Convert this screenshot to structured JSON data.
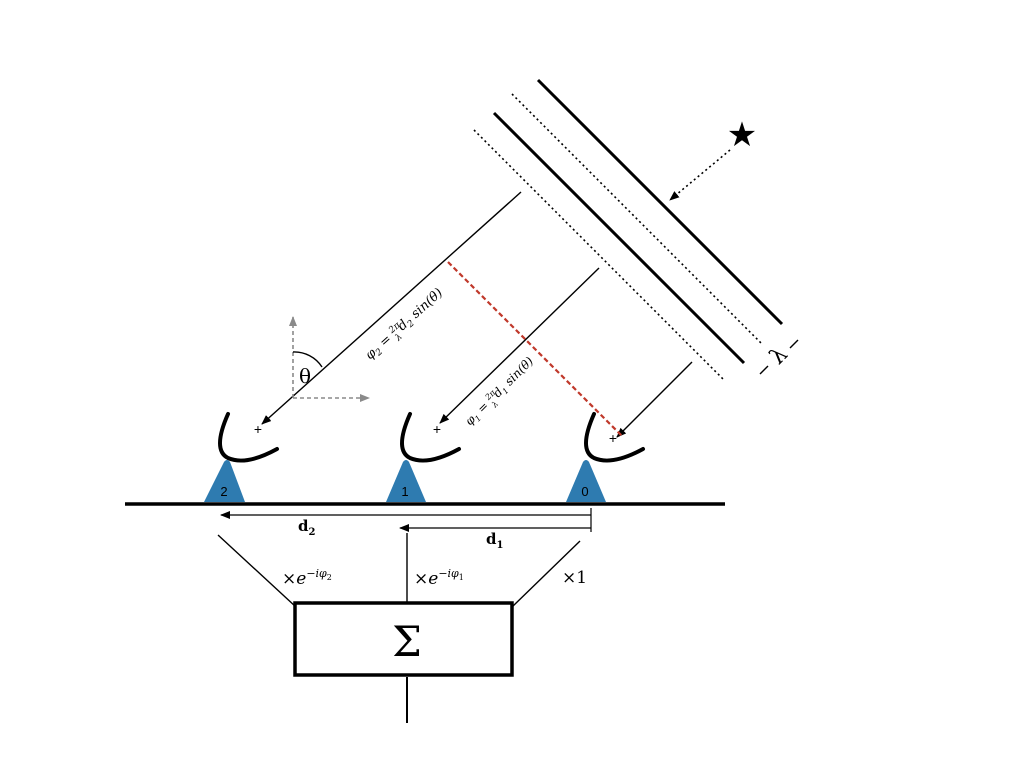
{
  "colors": {
    "ink": "#000000",
    "antenna_fill": "#2e7bb0",
    "axis_gray": "#8a8a8a",
    "path_difference_red": "#c0392b",
    "background": "#ffffff"
  },
  "source": {
    "icon": "star-icon",
    "glyph": "★"
  },
  "wavelength_label": "λ",
  "angle_label": "θ",
  "antennas": [
    {
      "id": "antenna-2",
      "label": "2"
    },
    {
      "id": "antenna-1",
      "label": "1"
    },
    {
      "id": "antenna-0",
      "label": "0"
    }
  ],
  "focus_marker": "+",
  "phase_labels": {
    "phi2": {
      "lhs": "φ",
      "lhs_sub": "2",
      "eq": " = ",
      "num": "2π",
      "den": "λ",
      "d": "d",
      "d_sub": "2",
      "func": " sin(θ)"
    },
    "phi1": {
      "lhs": "φ",
      "lhs_sub": "1",
      "eq": " = ",
      "num": "2π",
      "den": "λ",
      "d": "d",
      "d_sub": "1",
      "func": " sin(θ)"
    }
  },
  "baselines": {
    "d2": {
      "base": "d",
      "sub": "2"
    },
    "d1": {
      "base": "d",
      "sub": "1"
    }
  },
  "weights": {
    "w2": {
      "times": "×",
      "e": "e",
      "exp": "−iφ",
      "exp_sub": "2"
    },
    "w1": {
      "times": "×",
      "e": "e",
      "exp": "−iφ",
      "exp_sub": "1"
    },
    "w0": {
      "text": "×1"
    }
  },
  "summation_symbol": "Σ"
}
